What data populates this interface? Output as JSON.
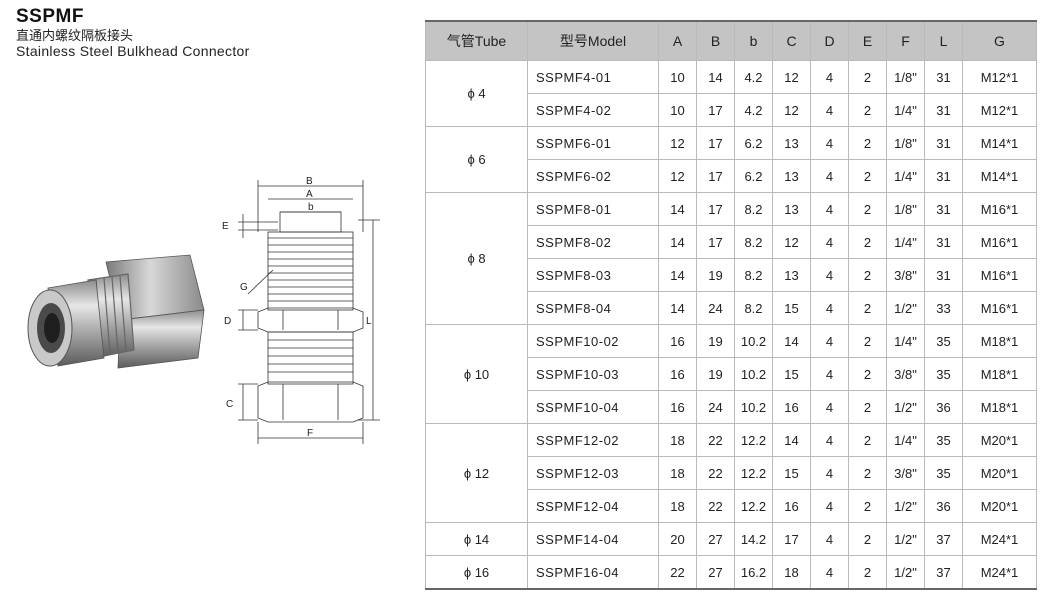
{
  "header": {
    "code": "SSPMF",
    "title_cn": "直通内螺纹隔板接头",
    "title_en": "Stainless Steel Bulkhead Connector"
  },
  "drawing_labels": {
    "B": "B",
    "A": "A",
    "b": "b",
    "E": "E",
    "G": "G",
    "D": "D",
    "L": "L",
    "C": "C",
    "F": "F"
  },
  "table": {
    "headers": [
      "气管Tube",
      "型号Model",
      "A",
      "B",
      "b",
      "C",
      "D",
      "E",
      "F",
      "L",
      "G"
    ],
    "groups": [
      {
        "tube": "ϕ 4",
        "rows": [
          {
            "model": "SSPMF4-01",
            "A": "10",
            "B": "14",
            "b": "4.2",
            "C": "12",
            "D": "4",
            "E": "2",
            "F": "1/8\"",
            "L": "31",
            "G": "M12*1"
          },
          {
            "model": "SSPMF4-02",
            "A": "10",
            "B": "17",
            "b": "4.2",
            "C": "12",
            "D": "4",
            "E": "2",
            "F": "1/4\"",
            "L": "31",
            "G": "M12*1"
          }
        ]
      },
      {
        "tube": "ϕ 6",
        "rows": [
          {
            "model": "SSPMF6-01",
            "A": "12",
            "B": "17",
            "b": "6.2",
            "C": "13",
            "D": "4",
            "E": "2",
            "F": "1/8\"",
            "L": "31",
            "G": "M14*1"
          },
          {
            "model": "SSPMF6-02",
            "A": "12",
            "B": "17",
            "b": "6.2",
            "C": "13",
            "D": "4",
            "E": "2",
            "F": "1/4\"",
            "L": "31",
            "G": "M14*1"
          }
        ]
      },
      {
        "tube": "ϕ 8",
        "rows": [
          {
            "model": "SSPMF8-01",
            "A": "14",
            "B": "17",
            "b": "8.2",
            "C": "13",
            "D": "4",
            "E": "2",
            "F": "1/8\"",
            "L": "31",
            "G": "M16*1"
          },
          {
            "model": "SSPMF8-02",
            "A": "14",
            "B": "17",
            "b": "8.2",
            "C": "12",
            "D": "4",
            "E": "2",
            "F": "1/4\"",
            "L": "31",
            "G": "M16*1"
          },
          {
            "model": "SSPMF8-03",
            "A": "14",
            "B": "19",
            "b": "8.2",
            "C": "13",
            "D": "4",
            "E": "2",
            "F": "3/8\"",
            "L": "31",
            "G": "M16*1"
          },
          {
            "model": "SSPMF8-04",
            "A": "14",
            "B": "24",
            "b": "8.2",
            "C": "15",
            "D": "4",
            "E": "2",
            "F": "1/2\"",
            "L": "33",
            "G": "M16*1"
          }
        ]
      },
      {
        "tube": "ϕ 10",
        "rows": [
          {
            "model": "SSPMF10-02",
            "A": "16",
            "B": "19",
            "b": "10.2",
            "C": "14",
            "D": "4",
            "E": "2",
            "F": "1/4\"",
            "L": "35",
            "G": "M18*1"
          },
          {
            "model": "SSPMF10-03",
            "A": "16",
            "B": "19",
            "b": "10.2",
            "C": "15",
            "D": "4",
            "E": "2",
            "F": "3/8\"",
            "L": "35",
            "G": "M18*1"
          },
          {
            "model": "SSPMF10-04",
            "A": "16",
            "B": "24",
            "b": "10.2",
            "C": "16",
            "D": "4",
            "E": "2",
            "F": "1/2\"",
            "L": "36",
            "G": "M18*1"
          }
        ]
      },
      {
        "tube": "ϕ 12",
        "rows": [
          {
            "model": "SSPMF12-02",
            "A": "18",
            "B": "22",
            "b": "12.2",
            "C": "14",
            "D": "4",
            "E": "2",
            "F": "1/4\"",
            "L": "35",
            "G": "M20*1"
          },
          {
            "model": "SSPMF12-03",
            "A": "18",
            "B": "22",
            "b": "12.2",
            "C": "15",
            "D": "4",
            "E": "2",
            "F": "3/8\"",
            "L": "35",
            "G": "M20*1"
          },
          {
            "model": "SSPMF12-04",
            "A": "18",
            "B": "22",
            "b": "12.2",
            "C": "16",
            "D": "4",
            "E": "2",
            "F": "1/2\"",
            "L": "36",
            "G": "M20*1"
          }
        ]
      },
      {
        "tube": "ϕ 14",
        "rows": [
          {
            "model": "SSPMF14-04",
            "A": "20",
            "B": "27",
            "b": "14.2",
            "C": "17",
            "D": "4",
            "E": "2",
            "F": "1/2\"",
            "L": "37",
            "G": "M24*1"
          }
        ]
      },
      {
        "tube": "ϕ 16",
        "rows": [
          {
            "model": "SSPMF16-04",
            "A": "22",
            "B": "27",
            "b": "16.2",
            "C": "18",
            "D": "4",
            "E": "2",
            "F": "1/2\"",
            "L": "37",
            "G": "M24*1"
          }
        ]
      }
    ]
  }
}
